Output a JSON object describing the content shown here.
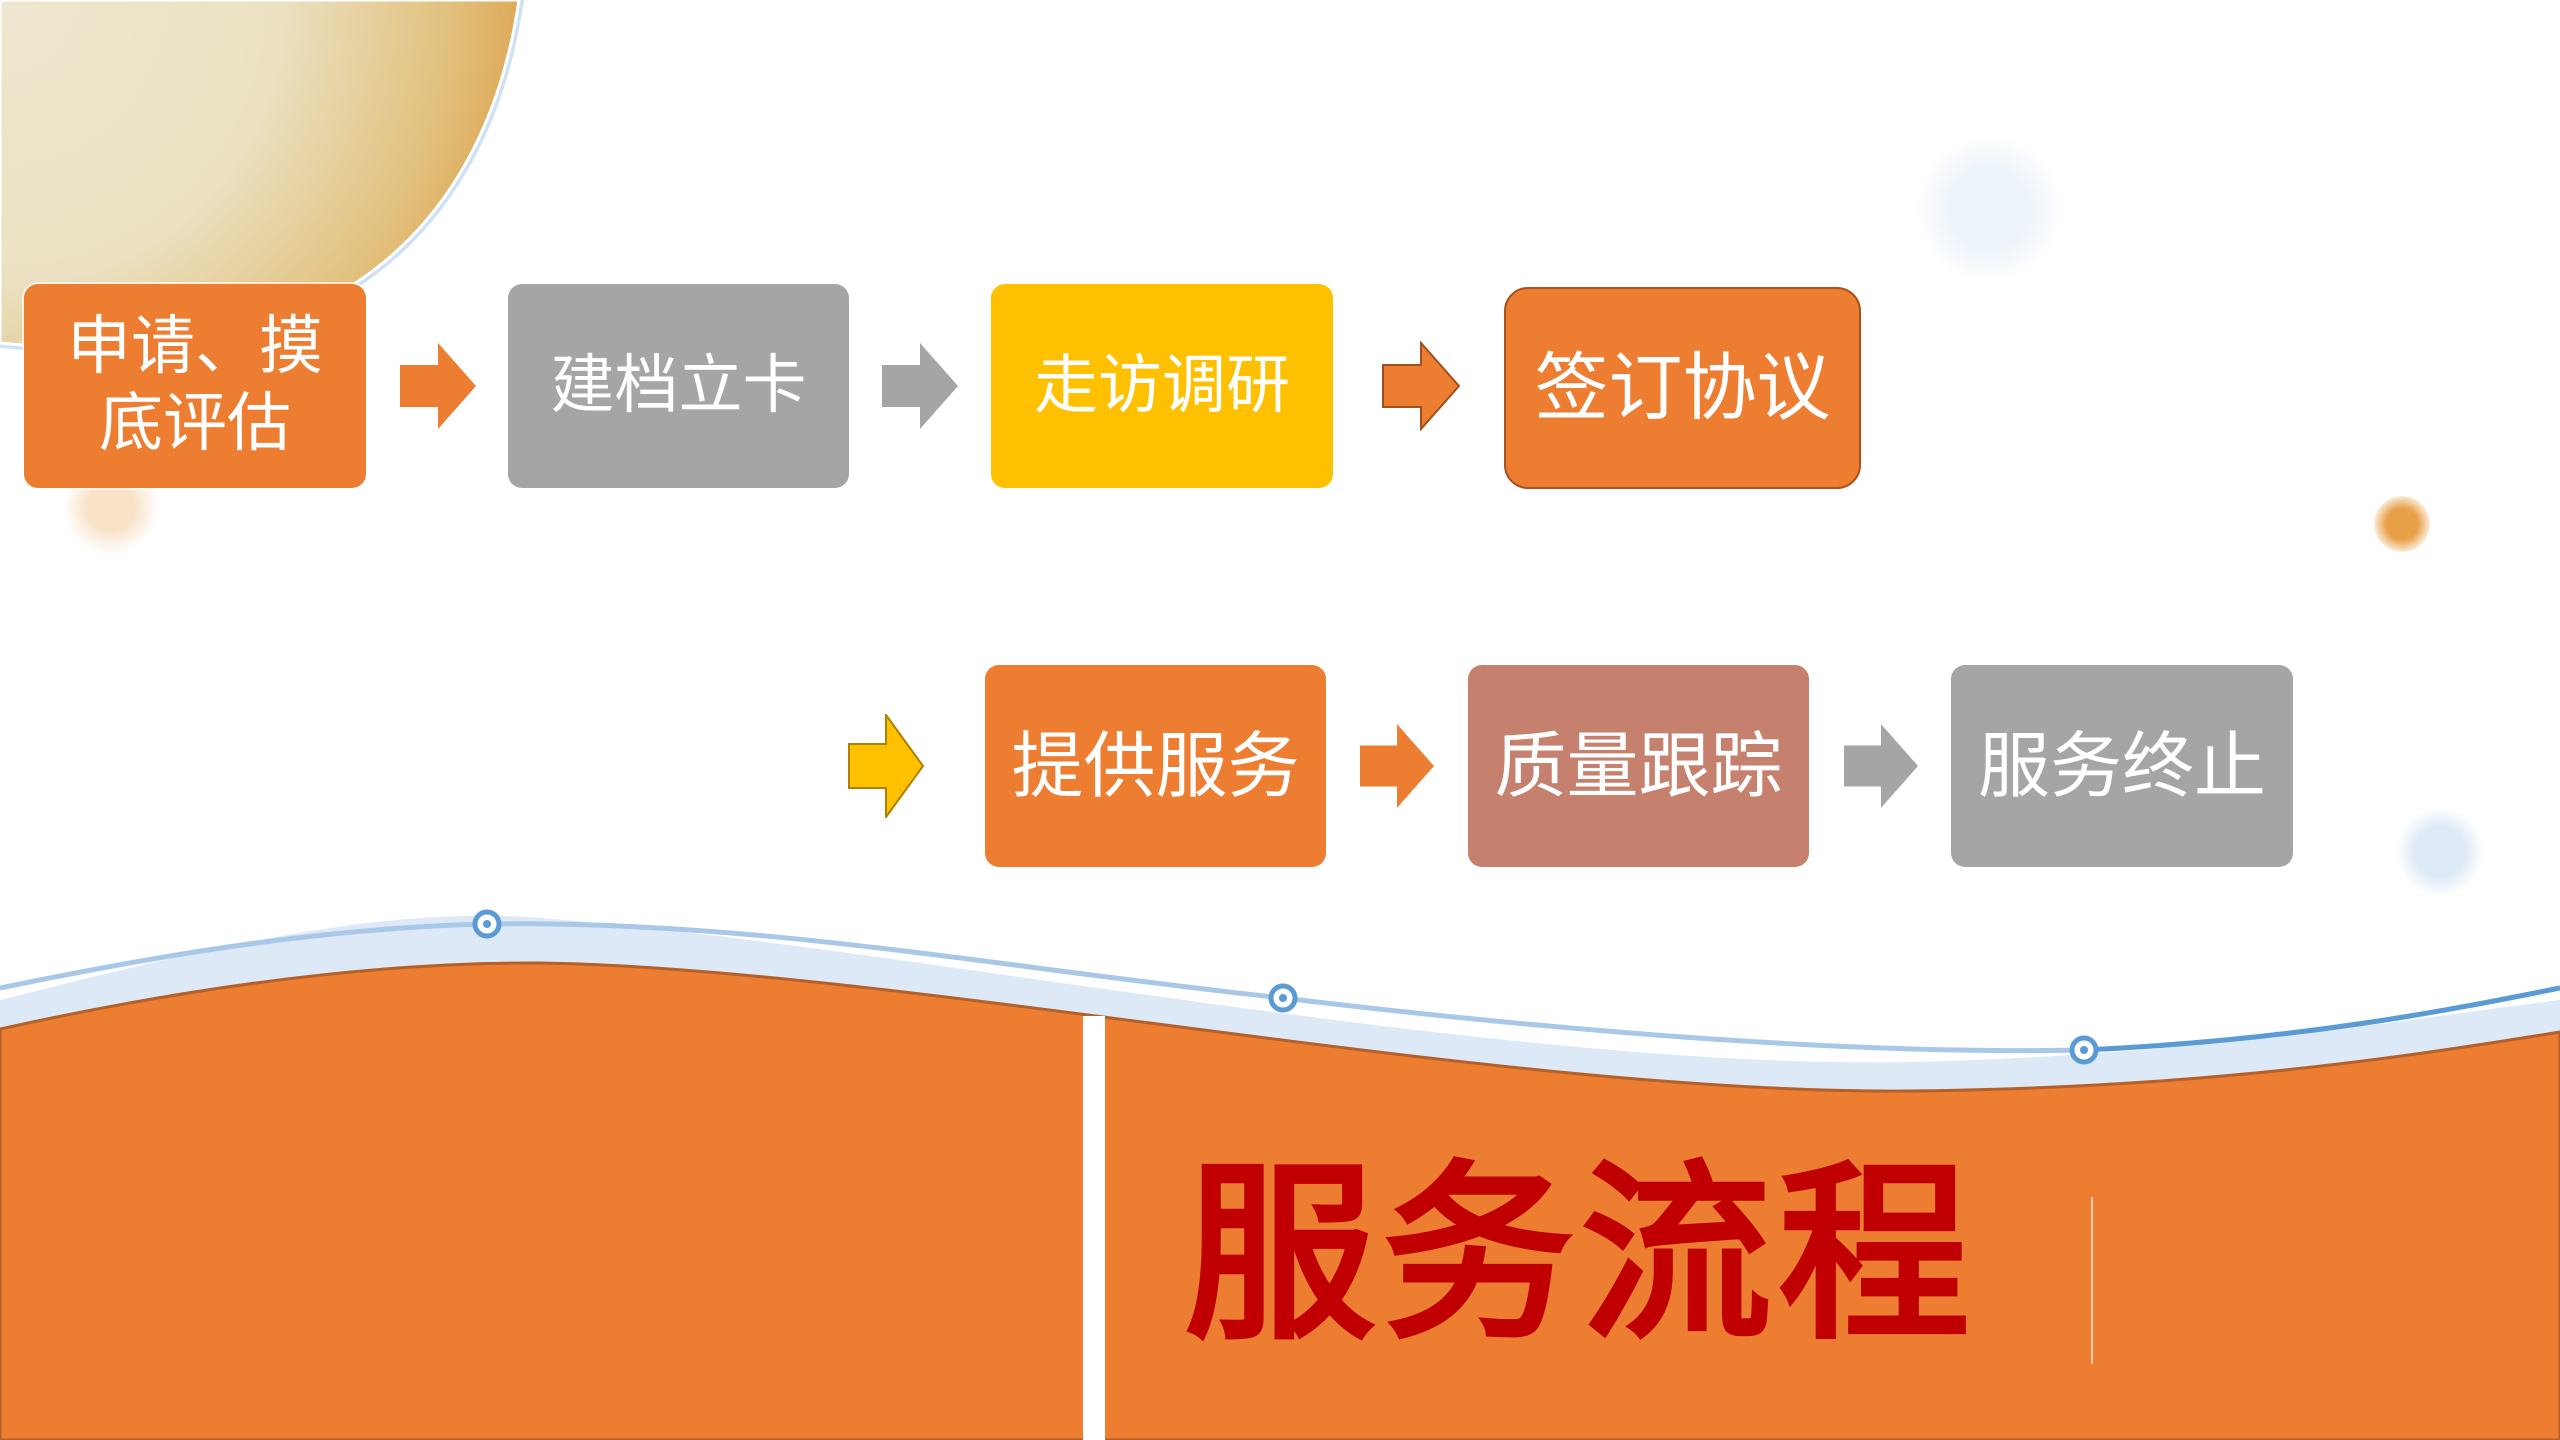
{
  "slide": {
    "title": "服务流程",
    "colors": {
      "orange": "#ed7d31",
      "gray": "#a5a5a5",
      "yellow": "#ffc000",
      "rose": "#c5806e",
      "title": "#c00000",
      "blue": "#5b9bd5"
    },
    "steps_row1": [
      {
        "line1": "申请、摸",
        "line2": "底评估"
      },
      {
        "label": "建档立卡"
      },
      {
        "label": "走访调研"
      },
      {
        "label": "签订协议"
      }
    ],
    "steps_row2": [
      {
        "label": "提供服务"
      },
      {
        "label": "质量跟踪"
      },
      {
        "label": "服务终止"
      }
    ]
  }
}
